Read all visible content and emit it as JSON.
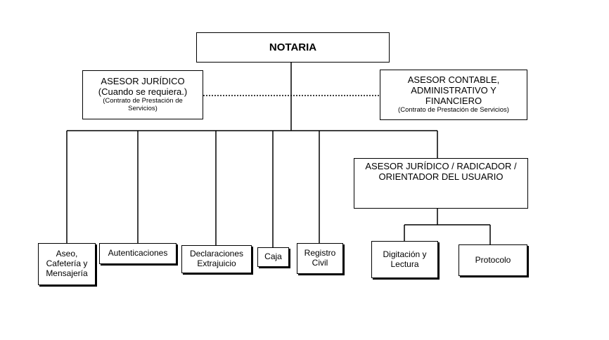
{
  "root": {
    "title": "NOTARIA"
  },
  "advisor_left": {
    "title": "ASESOR JURÍDICO",
    "subtitle": "(Cuando se requiera.)",
    "note_1": "(Contrato de Prestación de",
    "note_2": "Servicios)"
  },
  "advisor_right": {
    "line_1": "ASESOR CONTABLE,",
    "line_2": "ADMINISTRATIVO Y",
    "line_3": "FINANCIERO",
    "note": "(Contrato de Prestación de Servicios)"
  },
  "departments": {
    "aseo": [
      "Aseo,",
      "Cafetería y",
      "Mensajería"
    ],
    "autenticaciones": "Autenticaciones",
    "declaraciones": [
      "Declaraciones",
      "Extrajuicio"
    ],
    "caja": "Caja",
    "registro": [
      "Registro",
      "Civil"
    ]
  },
  "radicador": {
    "line_1": "ASESOR JURÍDICO / RADICADOR /",
    "line_2": "ORIENTADOR DEL USUARIO"
  },
  "sub_units": {
    "digitacion": [
      "Digitación y",
      "Lectura"
    ],
    "protocolo": "Protocolo"
  }
}
